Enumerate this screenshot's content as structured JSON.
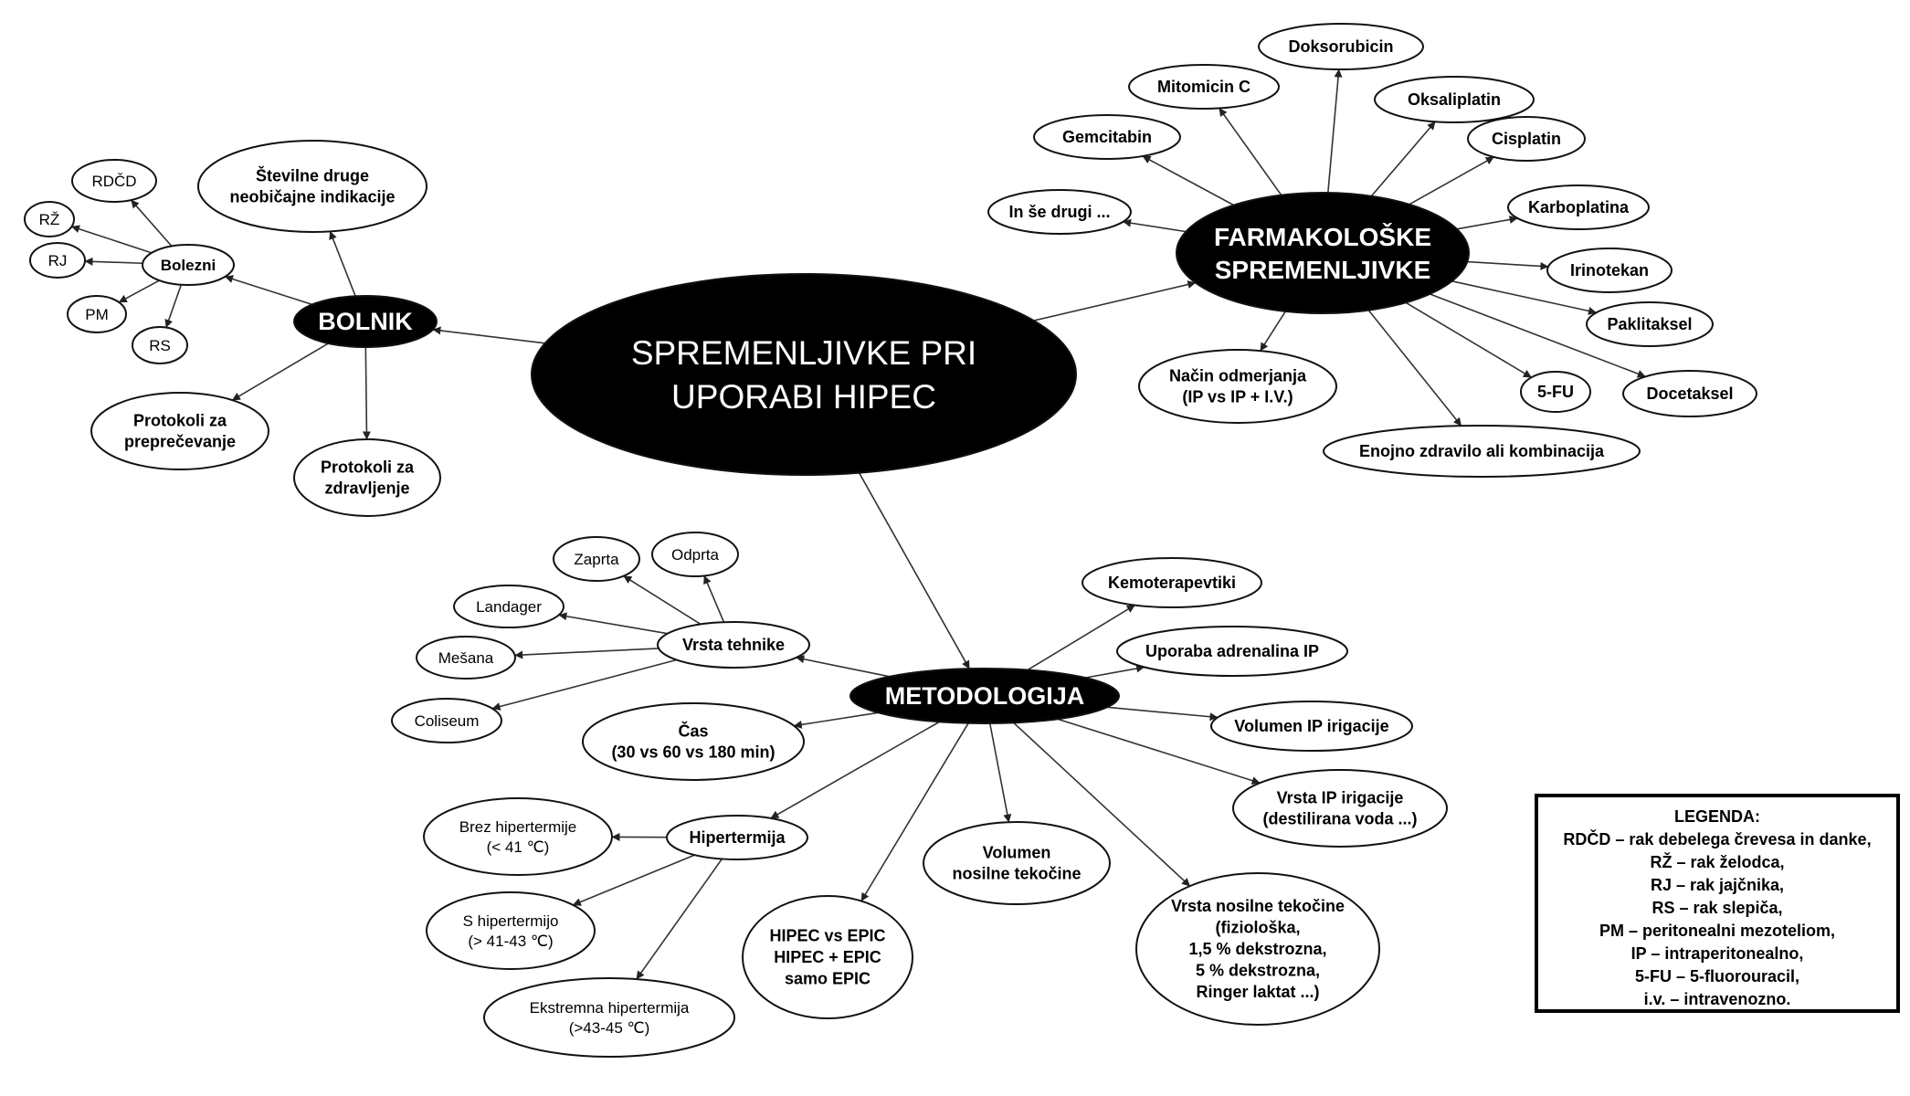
{
  "diagram": {
    "center": "SPREMENLJIVKE PRI\nUPORABI HIPEC",
    "bolnik": {
      "title": "BOLNIK",
      "druge_indikacije": "Številne druge\nneobičajne indikacije",
      "bolezni": "Bolezni",
      "rdcd": "RDČD",
      "rz": "RŽ",
      "rj": "RJ",
      "pm": "PM",
      "rs": "RS",
      "protokoli_preprecevanje": "Protokoli za\npreprečevanje",
      "protokoli_zdravljenje": "Protokoli za\nzdravljenje"
    },
    "farmakoloske": {
      "title": "FARMAKOLOŠKE\nSPREMENLJIVKE",
      "drugs": {
        "doksorubicin": "Doksorubicin",
        "mitomicin": "Mitomicin C",
        "oksaliplatin": "Oksaliplatin",
        "gemcitabin": "Gemcitabin",
        "cisplatin": "Cisplatin",
        "in_se_drugi": "In še drugi ...",
        "karboplatina": "Karboplatina",
        "irinotekan": "Irinotekan",
        "paklitaksel": "Paklitaksel",
        "fu": "5-FU",
        "docetaksel": "Docetaksel"
      },
      "nacin_odmerjanja": "Način odmerjanja\n(IP vs IP + I.V.)",
      "enojno_zdravilo": "Enojno zdravilo ali kombinacija"
    },
    "metodologija": {
      "title": "METODOLOGIJA",
      "vrsta_tehnike": "Vrsta tehnike",
      "zaprta": "Zaprta",
      "odprta": "Odprta",
      "landager": "Landager",
      "mesana": "Mešana",
      "coliseum": "Coliseum",
      "cas": "Čas\n(30 vs 60 vs 180 min)",
      "kemoterapevtiki": "Kemoterapevtiki",
      "adrenalin": "Uporaba adrenalina IP",
      "volumen_irigacije": "Volumen IP irigacije",
      "vrsta_irigacije": "Vrsta IP irigacije\n(destilirana voda ...)",
      "hipertermija": "Hipertermija",
      "brez_hipertermije": "Brez hipertermije\n(< 41 ℃)",
      "s_hipertermijo": "S hipertermijo\n(> 41-43 ℃)",
      "ekstremna": "Ekstremna hipertermija\n(>43-45 ℃)",
      "hipec_epic": "HIPEC vs EPIC\nHIPEC + EPIC\nsamo EPIC",
      "volumen_nosilne": "Volumen\nnosilne tekočine",
      "vrsta_nosilne": "Vrsta nosilne tekočine\n(fiziološka,\n1,5 % dekstrozna,\n5 % dekstrozna,\nRinger laktat ...)"
    }
  },
  "legend": {
    "title": "LEGENDA:",
    "items": [
      "RDČD – rak debelega črevesa in danke,",
      "RŽ – rak želodca,",
      "RJ – rak jajčnika,",
      "RS – rak slepiča,",
      "PM – peritonealni mezoteliom,",
      "IP – intraperitonealno,",
      "5-FU – 5-fluorouracil,",
      "i.v. – intravenozno."
    ]
  },
  "colors": {
    "dark_fill": "#000000",
    "light_fill": "#ffffff",
    "line": "#333333",
    "dark_text": "#ffffff",
    "light_text": "#000000"
  }
}
